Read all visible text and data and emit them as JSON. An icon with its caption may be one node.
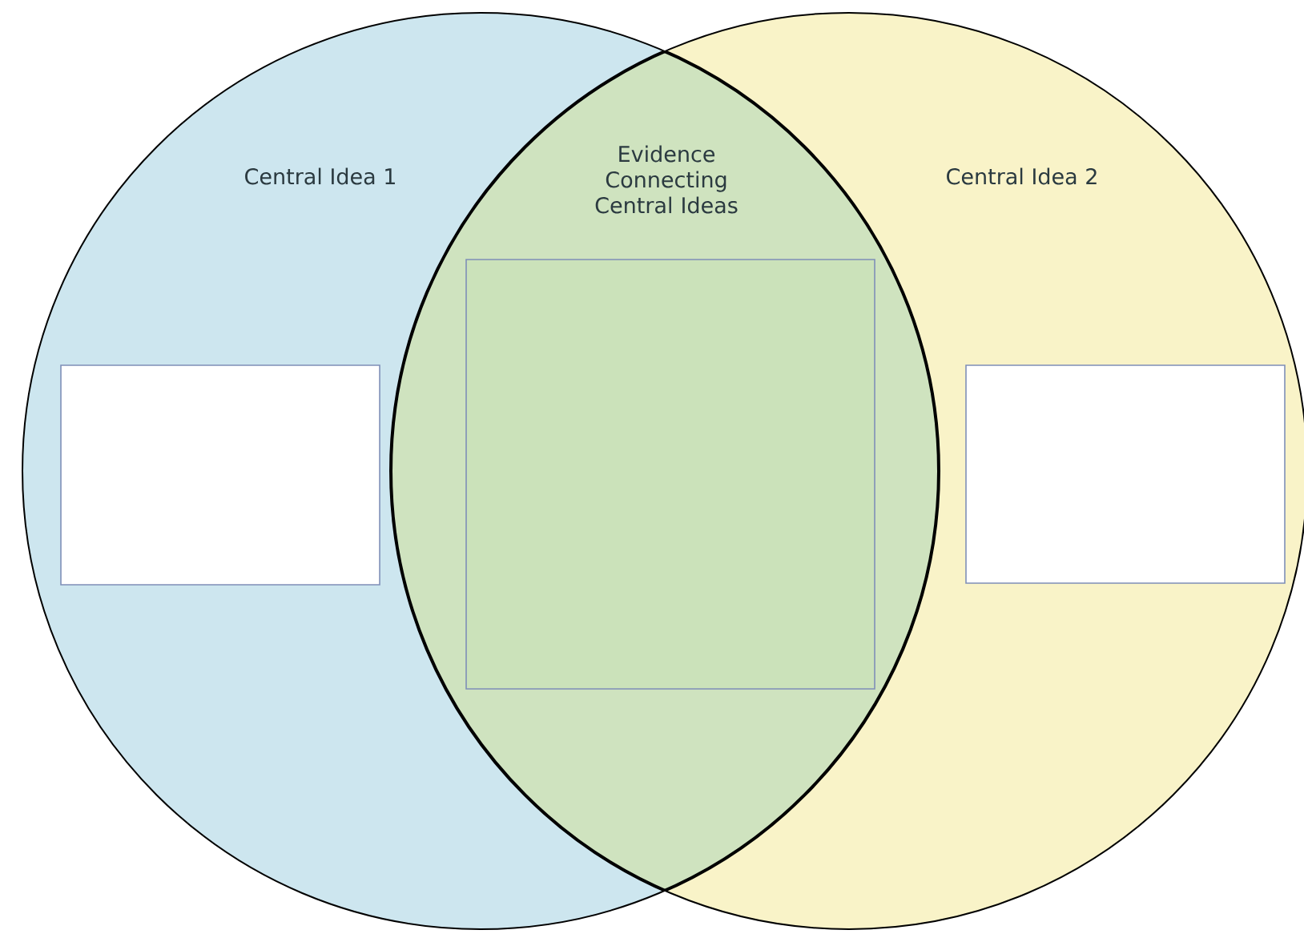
{
  "diagram": {
    "nodes": [
      {
        "text": [
          "Central Idea 1"
        ]
      },
      {
        "text": [
          "Central Idea 2"
        ]
      },
      {
        "text": [],
        "shape": "box",
        "in": 0
      },
      {
        "text": [],
        "shape": "box"
      },
      {
        "text": [],
        "shape": "box",
        "in": 1
      }
    ],
    "labels": [
      "Evidence Connecting Central Ideas"
    ]
  }
}
